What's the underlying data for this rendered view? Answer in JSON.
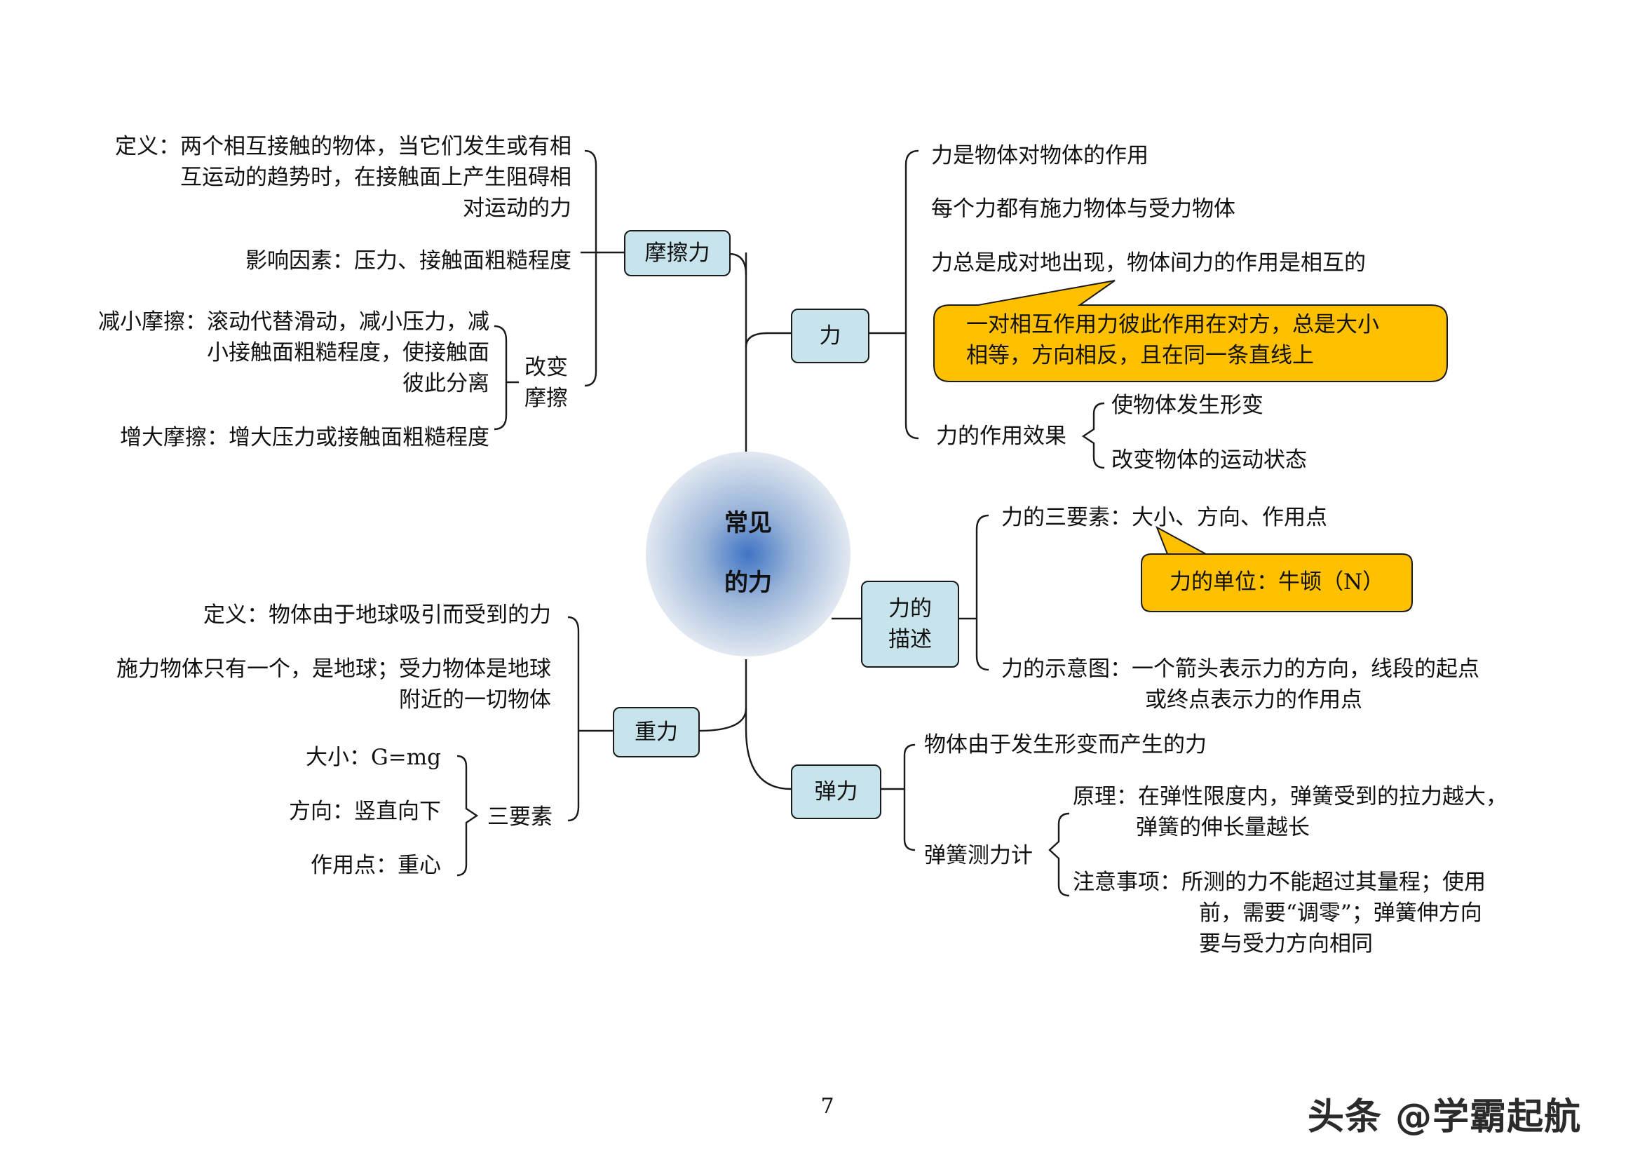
{
  "center": {
    "line1": "常见",
    "line2": "的力"
  },
  "friction": {
    "label": "摩擦力",
    "definition": [
      "定义：两个相互接触的物体，当它们发生或有相",
      "互运动的趋势时，在接触面上产生阻碍相",
      "对运动的力"
    ],
    "factors": "影响因素：压力、接触面粗糙程度",
    "change_label": [
      "改变",
      "摩擦"
    ],
    "reduce": [
      "减小摩擦：滚动代替滑动，减小压力，减",
      "小接触面粗糙程度，使接触面",
      "彼此分离"
    ],
    "increase": "增大摩擦：增大压力或接触面粗糙程度"
  },
  "force": {
    "label": "力",
    "items": [
      "力是物体对物体的作用",
      "每个力都有施力物体与受力物体",
      "力总是成对地出现，物体间力的作用是相互的"
    ],
    "callout": [
      "一对相互作用力彼此作用在对方，总是大小",
      "相等，方向相反，且在同一条直线上"
    ],
    "effect_label": "力的作用效果",
    "effects": [
      "使物体发生形变",
      "改变物体的运动状态"
    ]
  },
  "description": {
    "label": [
      "力的",
      "描述"
    ],
    "three_elements": "力的三要素：大小、方向、作用点",
    "unit_callout": "力的单位：牛顿（N）",
    "diagram": [
      "力的示意图：一个箭头表示力的方向，线段的起点",
      "或终点表示力的作用点"
    ]
  },
  "gravity": {
    "label": "重力",
    "definition": "定义：物体由于地球吸引而受到的力",
    "bodies": [
      "施力物体只有一个，是地球；受力物体是地球",
      "附近的一切物体"
    ],
    "three_label": "三要素",
    "magnitude": "大小：G=mg",
    "direction": "方向：竖直向下",
    "point": "作用点：重心"
  },
  "elastic": {
    "label": "弹力",
    "definition": "物体由于发生形变而产生的力",
    "meter_label": "弹簧测力计",
    "principle": [
      "原理：在弹性限度内，弹簧受到的拉力越大，",
      "弹簧的伸长量越长"
    ],
    "notes": [
      "注意事项：所测的力不能超过其量程；使用",
      "前，需要“调零”；弹簧伸方向",
      "要与受力方向相同"
    ]
  },
  "page_number": "7",
  "watermark": "头条 @学霸起航",
  "colors": {
    "box_fill": "#c7e3ec",
    "callout_fill": "#ffc000",
    "center_inner": "#3f74c4",
    "center_outer": "#dfe7f0"
  }
}
